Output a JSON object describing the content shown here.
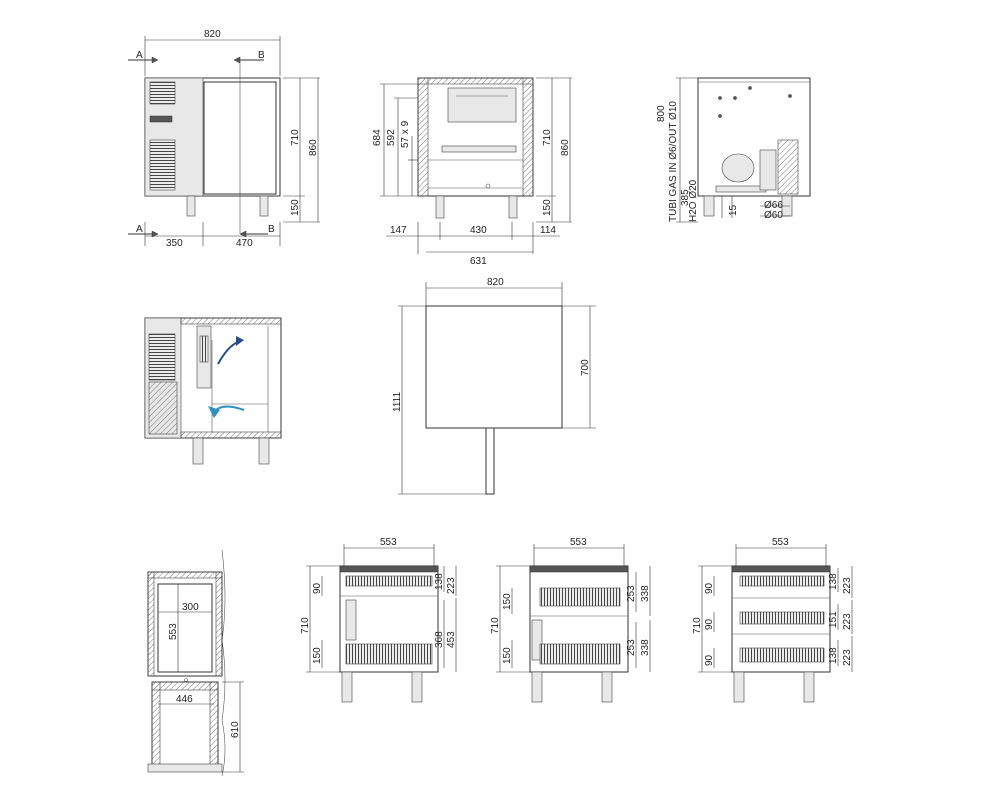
{
  "views": {
    "front": {
      "width": "820",
      "section_a": "A",
      "section_b": "B",
      "left_part": "350",
      "right_part": "470",
      "body_height": "710",
      "total_height": "860",
      "leg_height": "150"
    },
    "section_bb": {
      "inner_height": "684",
      "shelf_height": "592",
      "guides": "57 x 9",
      "body_height": "710",
      "total_height": "860",
      "leg_height": "150",
      "dim_left": "147",
      "dim_mid": "430",
      "dim_right": "114",
      "dim_total": "631"
    },
    "side_connections": {
      "tubi_gas": "TUBI GAS IN Ø6/OUT Ø10",
      "height_800": "800",
      "h2o": "H2O Ø20",
      "height_385": "385",
      "dim_15": "15",
      "dia_66": "Ø66",
      "dia_60": "Ø60"
    },
    "plan": {
      "width": "820",
      "depth": "700",
      "open_depth": "1111"
    },
    "section_aa": {
      "inner_width": "300",
      "inner_height": "553",
      "base_width": "446",
      "base_height": "610"
    },
    "drawer_configs": [
      {
        "width": "553",
        "body": "710",
        "top_gap": "90",
        "bottom_gap": "150",
        "right_dims": [
          "138",
          "223",
          "368",
          "453"
        ]
      },
      {
        "width": "553",
        "body": "710",
        "top_gap": "150",
        "bottom_gap": "150",
        "right_dims": [
          "253",
          "338",
          "253",
          "338"
        ]
      },
      {
        "width": "553",
        "body": "710",
        "top_gap": "90",
        "mid_gap": "90",
        "bottom_gap": "90",
        "right_dims": [
          "138",
          "223",
          "151",
          "223",
          "138",
          "223"
        ]
      }
    ]
  }
}
